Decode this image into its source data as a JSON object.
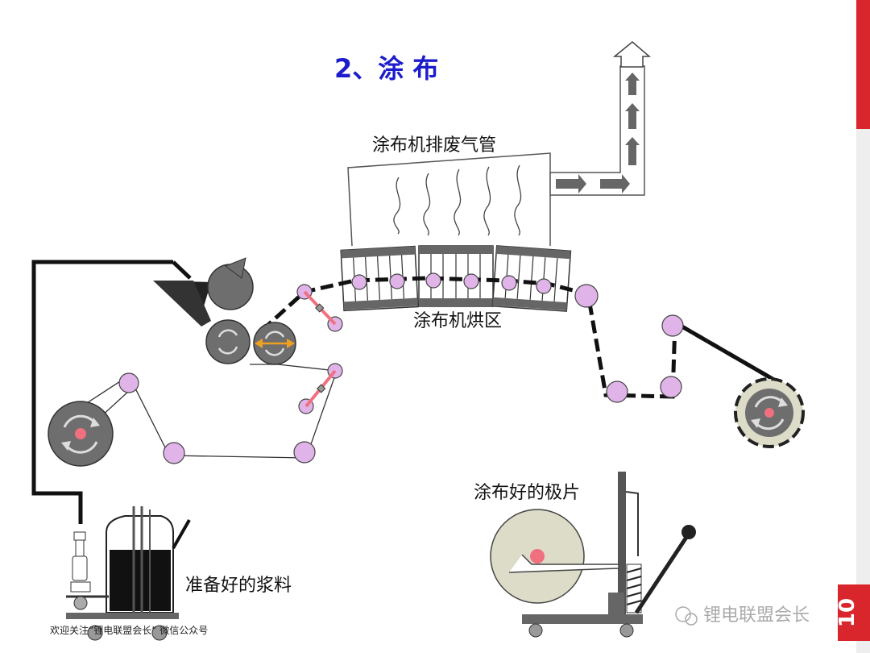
{
  "slide": {
    "title": "2、涂 布",
    "page_number": "10",
    "footer": "欢迎关注“锂电联盟会长” 微信公众号",
    "watermark": "锂电联盟会长"
  },
  "labels": {
    "exhaust": "涂布机排废气管",
    "oven": "涂布机烘区",
    "finished_roll": "涂布好的极片",
    "slurry": "准备好的浆料"
  },
  "colors": {
    "title": "#1c1ccc",
    "accent_bar": "#d9262c",
    "roller_fill": "#e0b4e8",
    "pink_link": "#f07080",
    "drum_gray": "#6e6e6e",
    "roll_beige": "#dcdcc8",
    "arrow_orange": "#f0a020"
  }
}
